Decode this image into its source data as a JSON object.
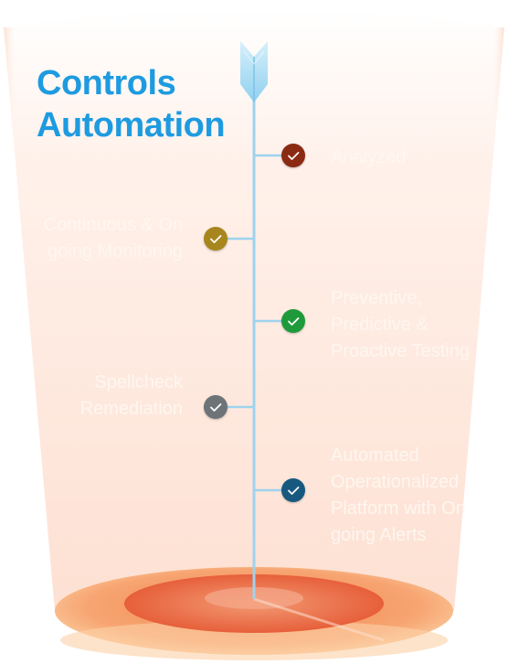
{
  "title": {
    "line1": "Controls",
    "line2": "Automation"
  },
  "milestones": [
    {
      "label_lines": [
        "",
        "Analyzed"
      ],
      "side": "right",
      "color": "#8B2A12",
      "icon": "check-icon"
    },
    {
      "label_lines": [
        "Continuous & On",
        "going Monitoring"
      ],
      "side": "left",
      "color": "#A8861E",
      "icon": "check-icon"
    },
    {
      "label_lines": [
        "Preventive,",
        "Predictive &",
        "Proactive Testing"
      ],
      "side": "right",
      "color": "#1E9A3A",
      "icon": "check-icon"
    },
    {
      "label_lines": [
        "Spellcheck",
        "Remediation"
      ],
      "side": "left",
      "color": "#6D7478",
      "icon": "check-icon"
    },
    {
      "label_lines": [
        "Automated",
        "Operationalized",
        "Platform with On",
        "going Alerts"
      ],
      "side": "right",
      "color": "#17587F",
      "icon": "check-icon"
    }
  ],
  "colors": {
    "title": "#1E9BE0",
    "stem": "#9ED3EE",
    "arrowhead": "#A9DDF5",
    "beam_light": "#FFF3EE",
    "base_outer": "#F8B98E",
    "base_inner": "#E8653C"
  }
}
